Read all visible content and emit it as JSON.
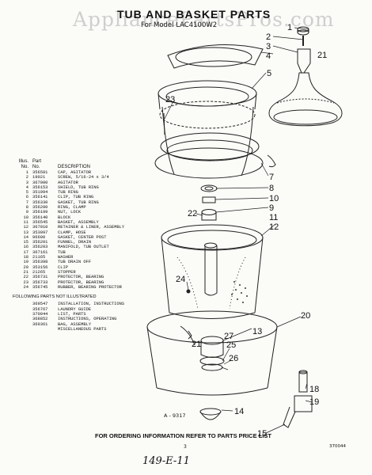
{
  "watermark": "AppliancePartsPros.com",
  "title": "TUB AND BASKET PARTS",
  "model": "For Model LAC4100W2",
  "table_headers": {
    "illus": "Illus.",
    "part": "Part",
    "no1": "No.",
    "no2": "No.",
    "desc": "DESCRIPTION"
  },
  "parts": [
    {
      "illus": "1",
      "part": "356581",
      "desc": "CAP, AGITATOR"
    },
    {
      "illus": "2",
      "part": "19021",
      "desc": "SCREW, 5/16-24 x 3/4"
    },
    {
      "illus": "3",
      "part": "367000",
      "desc": "AGITATOR"
    },
    {
      "illus": "4",
      "part": "356153",
      "desc": "SHIELD, TUB RING"
    },
    {
      "illus": "5",
      "part": "351994",
      "desc": "TUB RING"
    },
    {
      "illus": "6",
      "part": "356141",
      "desc": "CLIP, TUB RING"
    },
    {
      "illus": "7",
      "part": "356330",
      "desc": "GASKET, TUB RING"
    },
    {
      "illus": "8",
      "part": "356200",
      "desc": "RING, CLAMP"
    },
    {
      "illus": "9",
      "part": "356199",
      "desc": "NUT, LOCK"
    },
    {
      "illus": "10",
      "part": "356140",
      "desc": "BLOCK"
    },
    {
      "illus": "11",
      "part": "356545",
      "desc": "BASKET, ASSEMBLY"
    },
    {
      "illus": "12",
      "part": "367010",
      "desc": "RETAINER & LINER, ASSEMBLY"
    },
    {
      "illus": "13",
      "part": "353097",
      "desc": "CLAMP, HOSE"
    },
    {
      "illus": "14",
      "part": "96690",
      "desc": "GASKET, CENTER POST"
    },
    {
      "illus": "15",
      "part": "356201",
      "desc": "FUNNEL, DRAIN"
    },
    {
      "illus": "16",
      "part": "356203",
      "desc": "MANIFOLD, TUB OUTLET"
    },
    {
      "illus": "17",
      "part": "367161",
      "desc": "TUB"
    },
    {
      "illus": "18",
      "part": "21165",
      "desc": "WASHER"
    },
    {
      "illus": "19",
      "part": "356398",
      "desc": "TUB DRAIN OFF"
    },
    {
      "illus": "20",
      "part": "353156",
      "desc": "CLIP"
    },
    {
      "illus": "21",
      "part": "21265",
      "desc": "STOPPER"
    },
    {
      "illus": "22",
      "part": "356731",
      "desc": "PROTECTOR, BEARING"
    },
    {
      "illus": "23",
      "part": "356733",
      "desc": "PROTECTOR, BEARING"
    },
    {
      "illus": "24",
      "part": "356745",
      "desc": "RUBBER, BEARING PROTECTOR"
    }
  ],
  "not_illustrated_heading": "FOLLOWING PARTS NOT ILLUSTRATED",
  "not_illustrated": [
    {
      "part": "369547",
      "desc": "INSTALLATION, INSTRUCTIONS"
    },
    {
      "part": "356767",
      "desc": "LAUNDRY GUIDE"
    },
    {
      "part": "370044",
      "desc": "LIST, PARTS"
    },
    {
      "part": "368852",
      "desc": "INSTRUCTIONS, OPERATING"
    },
    {
      "part": "369361",
      "desc": "BAG, ASSEMBLY"
    },
    {
      "part": "",
      "desc": "MISCELLANEOUS PARTS"
    }
  ],
  "callouts": [
    "1",
    "2",
    "3",
    "4",
    "21",
    "5",
    "23",
    "7",
    "8",
    "10",
    "9",
    "22",
    "11",
    "12",
    "24",
    "20",
    "13",
    "27",
    "25",
    "21",
    "26",
    "18",
    "19",
    "14",
    "15"
  ],
  "diagram_id": "A - 9317",
  "footer": "FOR ORDERING INFORMATION REFER TO PARTS PRICE LIST",
  "page_number": "3",
  "document_number": "370044",
  "handwritten_note": "149-E-11"
}
